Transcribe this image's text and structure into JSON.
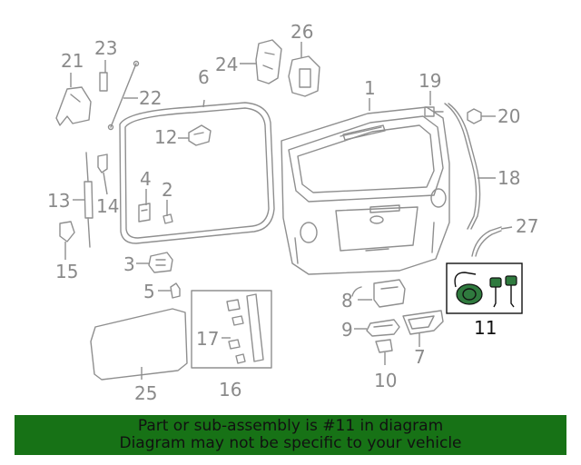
{
  "callouts": {
    "c1": "1",
    "c2": "2",
    "c3": "3",
    "c4": "4",
    "c5": "5",
    "c6": "6",
    "c7": "7",
    "c8": "8",
    "c9": "9",
    "c10": "10",
    "c11": "11",
    "c12": "12",
    "c13": "13",
    "c14": "14",
    "c15": "15",
    "c16": "16",
    "c17": "17",
    "c18": "18",
    "c19": "19",
    "c20": "20",
    "c21": "21",
    "c22": "22",
    "c23": "23",
    "c24": "24",
    "c25": "25",
    "c26": "26",
    "c27": "27"
  },
  "highlighted_part": "11",
  "colors": {
    "banner_bg": "#177216",
    "parts": "#8f8f8f",
    "highlight": "#111111"
  },
  "banner": {
    "line1": "Part or sub-assembly is #11 in diagram",
    "line2": "Diagram may not be specific to your vehicle"
  }
}
